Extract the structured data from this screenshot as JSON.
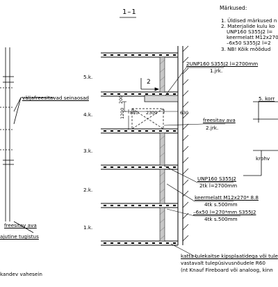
{
  "section_label": "1–1",
  "notes": {
    "heading": "Märkused:",
    "lines": [
      "1. Üldised märkused n",
      "2. Materjalide kulu ko",
      "UNP160 S355J2 l=",
      "keermelatt M12x270",
      "–6x50 S355J2 l=2",
      "3. NB! Kõik mõõdud"
    ]
  },
  "floors": [
    "5.k.",
    "4.k.",
    "3.k.",
    "2.k.",
    "1.k."
  ],
  "top_callout": {
    "profile": "2UNP160 S355J2 l=2700mm",
    "count": "1.jrk."
  },
  "free_void": {
    "label": "freesitav ava",
    "count": "2.jrk."
  },
  "bottom_callout": {
    "profile": "UNP160 S355J2",
    "profile_qty": "2tk l=2700mm",
    "rod": "keermelatt M12x270* 8.8",
    "rod_qty": "4tk s.500mm",
    "plate": "–6x50 l=270*mm S355J2",
    "plate_qty": "4tk s.500mm"
  },
  "dimensions": {
    "section_mark": "2",
    "h200": "200",
    "d810": "810",
    "d2300": "2300",
    "d630": "630",
    "h1200": "1200"
  },
  "left_panel": {
    "wall_label": "väljafreesitavad seinaosad",
    "void_label": "freesitav ava",
    "support_label": "ajutine tugistus",
    "bottom_label": "kandev vahesein"
  },
  "right_panel": {
    "floor_label": "5. korr",
    "roof_label": "krohv"
  },
  "bottom_notes": [
    "katta tulekaitse kipsplaatidega või tule",
    "vastavalt tulepüsivusnõudele R60",
    "(nt Knauf Fireboard või analoog, kinn"
  ]
}
